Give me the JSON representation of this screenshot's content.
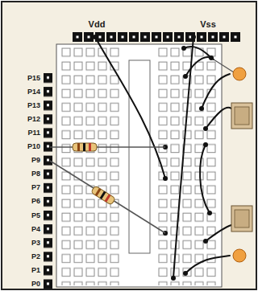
{
  "diagram": {
    "labels": [
      "Vdd",
      "Vss",
      "P15",
      "P14",
      "P13",
      "P12",
      "P11",
      "P10",
      "P9",
      "P8",
      "P7",
      "P6",
      "P5",
      "P4",
      "P3",
      "P2",
      "P1",
      "P0"
    ]
  }
}
